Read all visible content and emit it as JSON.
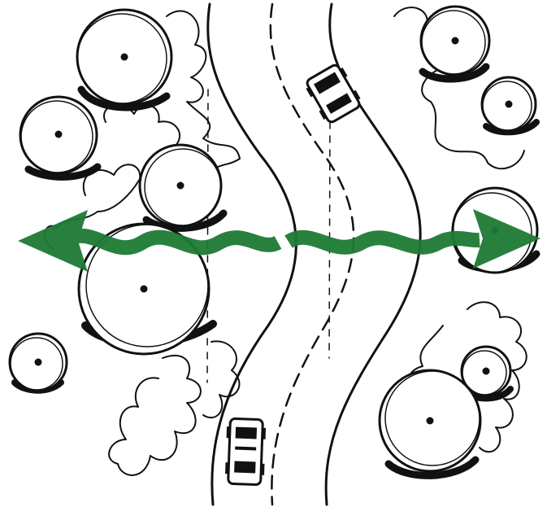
{
  "diagram": {
    "elements": {
      "trees": "tree-canopy-symbols",
      "road": "winding-two-lane-road",
      "cars": "car-icons",
      "arrow": "wildlife-crossing-arrow"
    },
    "colors": {
      "ink": "#111111",
      "arrow": "#1e7a34",
      "background": "#ffffff"
    },
    "icons": [
      "tree-canopy-icon",
      "car-icon",
      "double-headed-arrow-icon",
      "shrub-outline-icon"
    ]
  }
}
